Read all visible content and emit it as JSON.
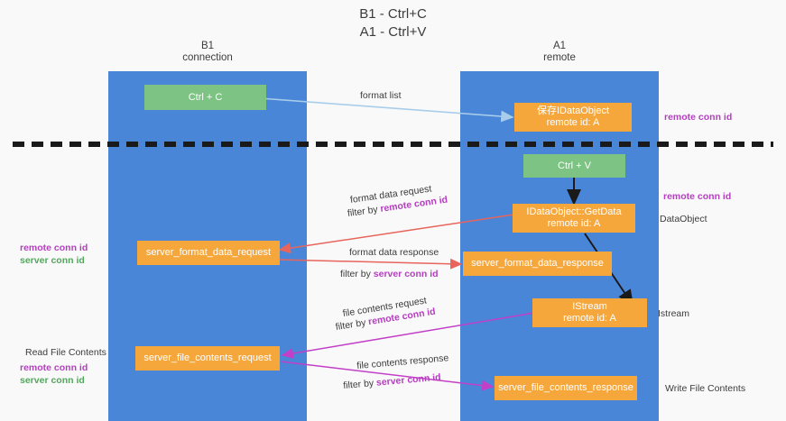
{
  "title": "B1 - Ctrl+C\nA1 - Ctrl+V",
  "lanes": [
    {
      "name": "b1",
      "label": "B1\nconnection",
      "color": "#4a86d8"
    },
    {
      "name": "a1",
      "label": "A1\nremote",
      "color": "#4a86d8"
    }
  ],
  "nodes": {
    "ctrl_c": "Ctrl + C",
    "save_idataobject": "保存IDataObject\nremote id: A",
    "ctrl_v": "Ctrl + V",
    "idataobject_getdata": "IDataObject::GetData\nremote id: A",
    "server_format_data_request": "server_format_data_request",
    "server_format_data_response": "server_format_data_response",
    "istream": "IStream\nremote id: A",
    "server_file_contents_request": "server_file_contents_request",
    "server_file_contents_response": "server_file_contents_response"
  },
  "edges": {
    "format_list": "format list",
    "format_data_request": "format data request",
    "format_data_request_filter_prefix": "filter by ",
    "format_data_request_filter_key": "remote conn id",
    "format_data_response": "format data response",
    "format_data_response_filter_prefix": "filter by ",
    "format_data_response_filter_key": "server conn id",
    "file_contents_request": "file contents request",
    "file_contents_request_filter_prefix": "filter by ",
    "file_contents_request_filter_key": "remote conn id",
    "file_contents_response": "file contents response",
    "file_contents_response_filter_prefix": "filter by ",
    "file_contents_response_filter_key": "server conn id"
  },
  "annotations": {
    "right_remote_conn_id_top": "remote conn id",
    "right_remote_conn_id_mid": "remote conn id",
    "right_dataobject": "DataObject",
    "right_istream": "Istream",
    "right_write_file_contents": "Write File Contents",
    "left_remote_conn_id": "remote conn id",
    "left_server_conn_id": "server conn id",
    "left_read_file_contents": "Read File Contents",
    "left_remote_conn_id_2": "remote conn id",
    "left_server_conn_id_2": "server conn id"
  },
  "colors": {
    "lane": "#4a86d8",
    "node_orange": "#f5a73c",
    "node_green": "#7dc383",
    "accent_purple": "#b53ec0",
    "accent_green_text": "#52a75c",
    "arrow_lightblue": "#a8cdea",
    "arrow_red": "#e8645c",
    "arrow_magenta": "#c23fc7",
    "arrow_black": "#1a1a1a",
    "background": "#f9f9f9"
  }
}
